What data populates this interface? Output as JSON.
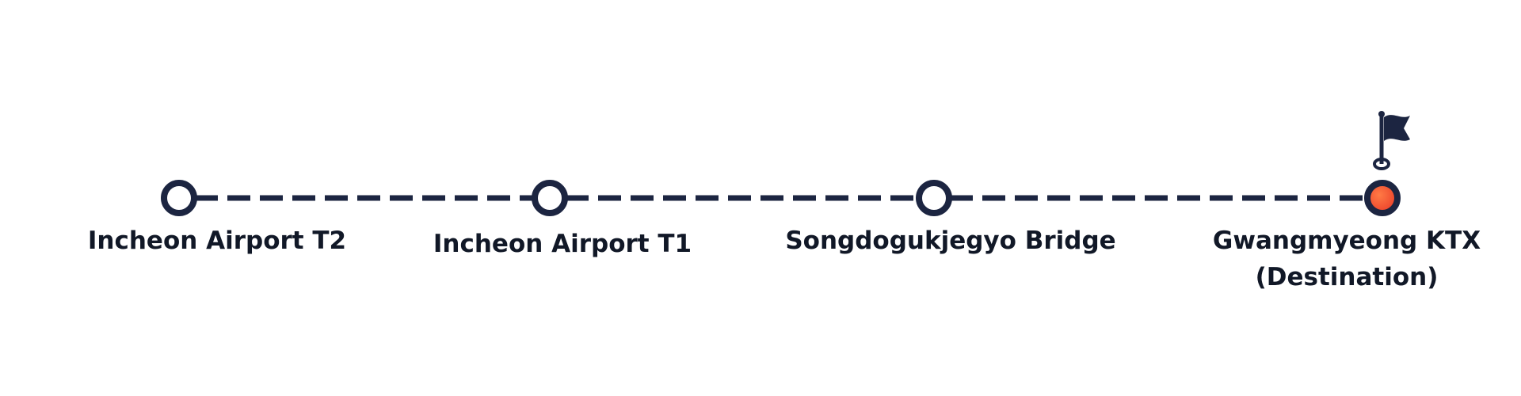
{
  "route": {
    "stops": [
      {
        "name": "Incheon Airport T2",
        "type": "stop"
      },
      {
        "name": "Incheon Airport T1",
        "type": "stop"
      },
      {
        "name": "Songdogukjegyo Bridge",
        "type": "stop"
      },
      {
        "name": "Gwangmyeong KTX",
        "subtitle": "(Destination)",
        "type": "destination"
      }
    ],
    "destination_icon": "flag-icon"
  },
  "colors": {
    "line": "#1c2541",
    "stop_fill": "#ffffff",
    "destination_fill": "#f4502f"
  }
}
